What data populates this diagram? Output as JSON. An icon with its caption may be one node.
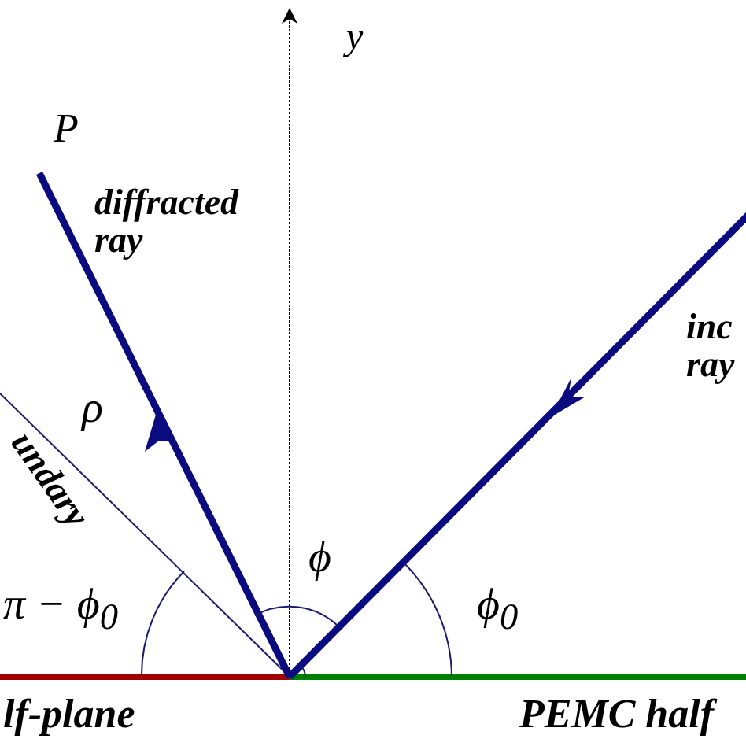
{
  "diagram": {
    "labels": [
      "y",
      "P",
      "diffracted ray",
      "inc ray",
      "ρ",
      "undary",
      "ϕ",
      "π − ϕ$_{0}$",
      "ϕ$_{0}$",
      "lf-plane",
      "PEMC half"
    ]
  }
}
